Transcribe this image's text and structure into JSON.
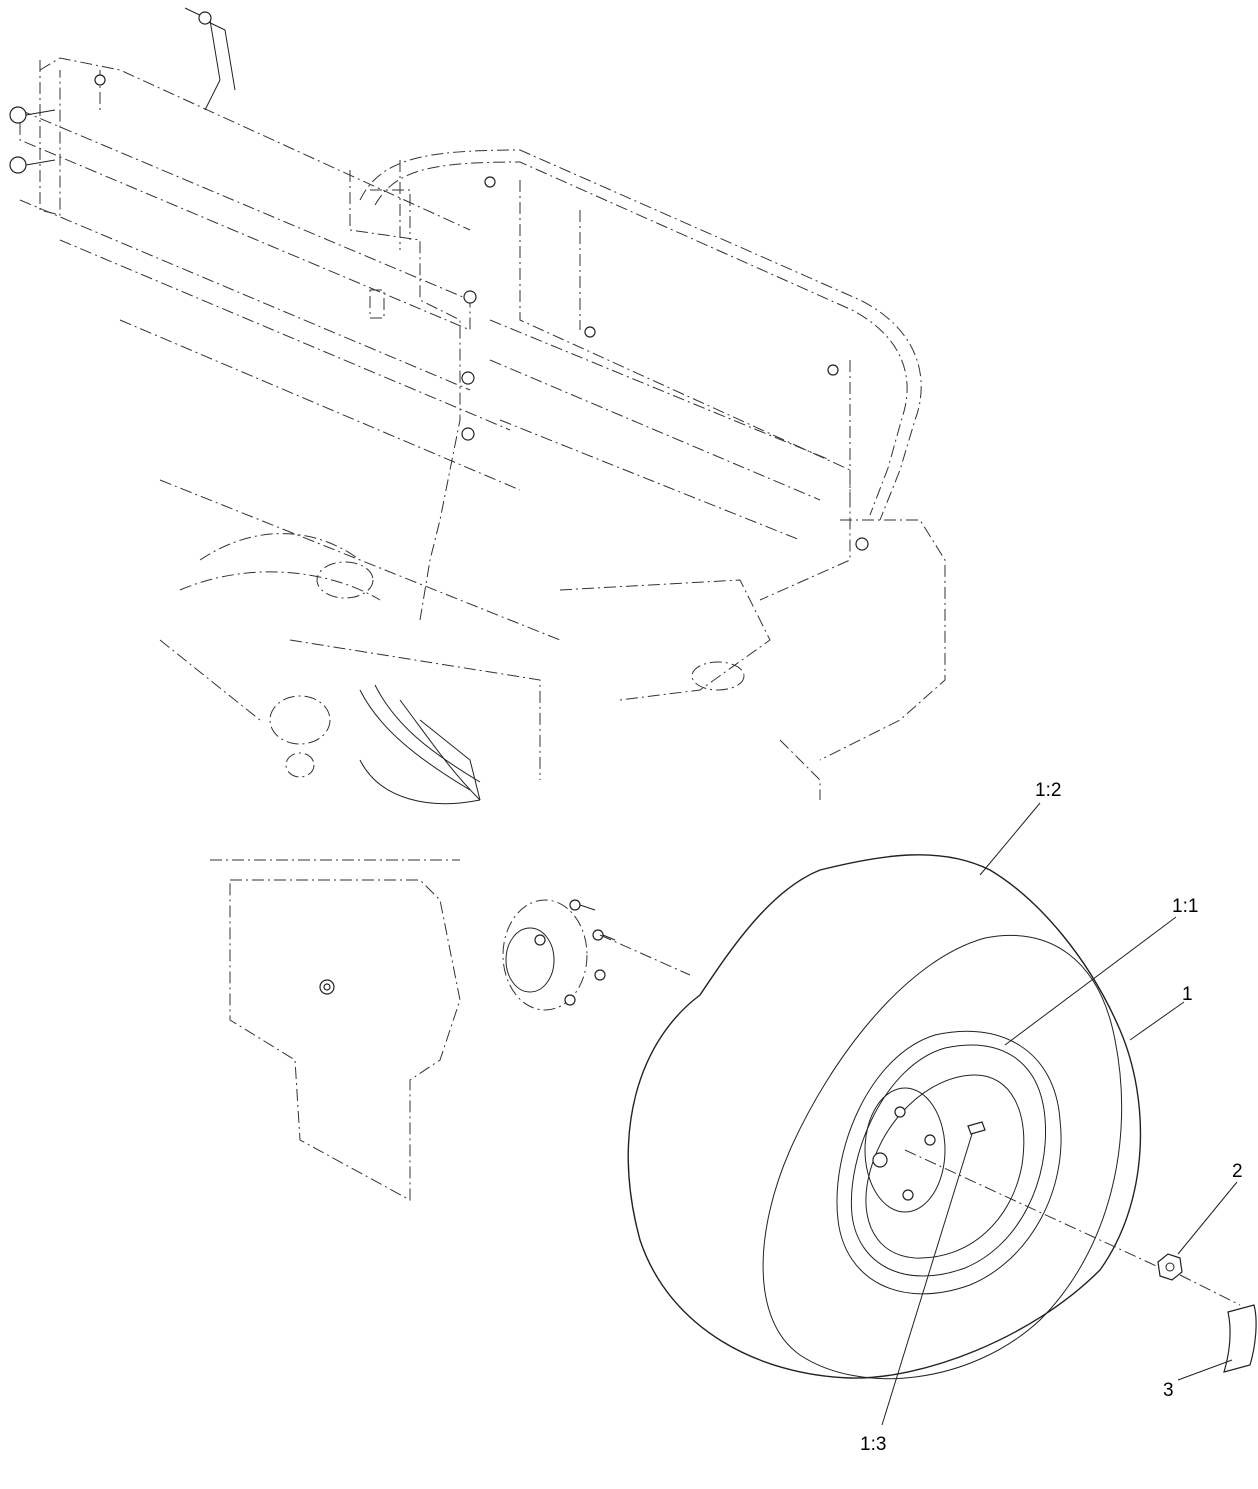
{
  "callouts": [
    {
      "id": "1:2",
      "label": "1:2"
    },
    {
      "id": "1:1",
      "label": "1:1"
    },
    {
      "id": "1",
      "label": "1"
    },
    {
      "id": "2",
      "label": "2"
    },
    {
      "id": "3",
      "label": "3"
    },
    {
      "id": "1:3",
      "label": "1:3"
    }
  ]
}
